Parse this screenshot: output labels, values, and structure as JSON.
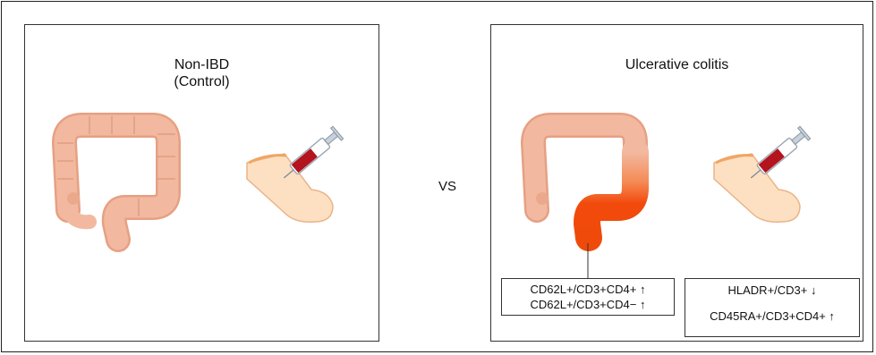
{
  "left_panel": {
    "title_line1": "Non-IBD",
    "title_line2": "(Control)"
  },
  "right_panel": {
    "title": "Ulcerative colitis"
  },
  "vs_label": "VS",
  "marker_box_left": {
    "line1": "CD62L+/CD3+CD4+ ↑",
    "line2": "CD62L+/CD3+CD4− ↑"
  },
  "marker_box_right": {
    "line1": "HLADR+/CD3+ ↓",
    "line2": "CD45RA+/CD3+CD4+ ↑"
  },
  "colors": {
    "colon": "#f2b9a0",
    "inflamed": "#f24a0c",
    "skin": "#fde0c2",
    "blood": "#b3141e"
  }
}
